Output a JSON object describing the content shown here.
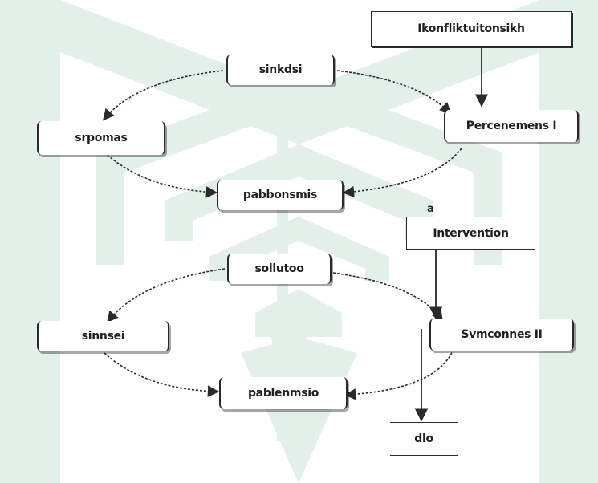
{
  "background": {
    "watermark_color": "#e3f0ea"
  },
  "colors": {
    "line": "#2a2a2a",
    "text": "#1f1f1f"
  },
  "nodes": {
    "top_right_source": "Ikonfliktuitonsikh",
    "cycle1_top": "sinkdsi",
    "cycle1_left": "srpomas",
    "cycle1_right": "Percenemens I",
    "cycle1_bottom": "pabbonsmis",
    "middle_label_mark": "a",
    "middle_label": "Intervention",
    "cycle2_top": "sollutoo",
    "cycle2_left": "sinnsei",
    "cycle2_right": "Svmconnes II",
    "cycle2_bottom": "pablenmsio",
    "end": "dlo"
  }
}
